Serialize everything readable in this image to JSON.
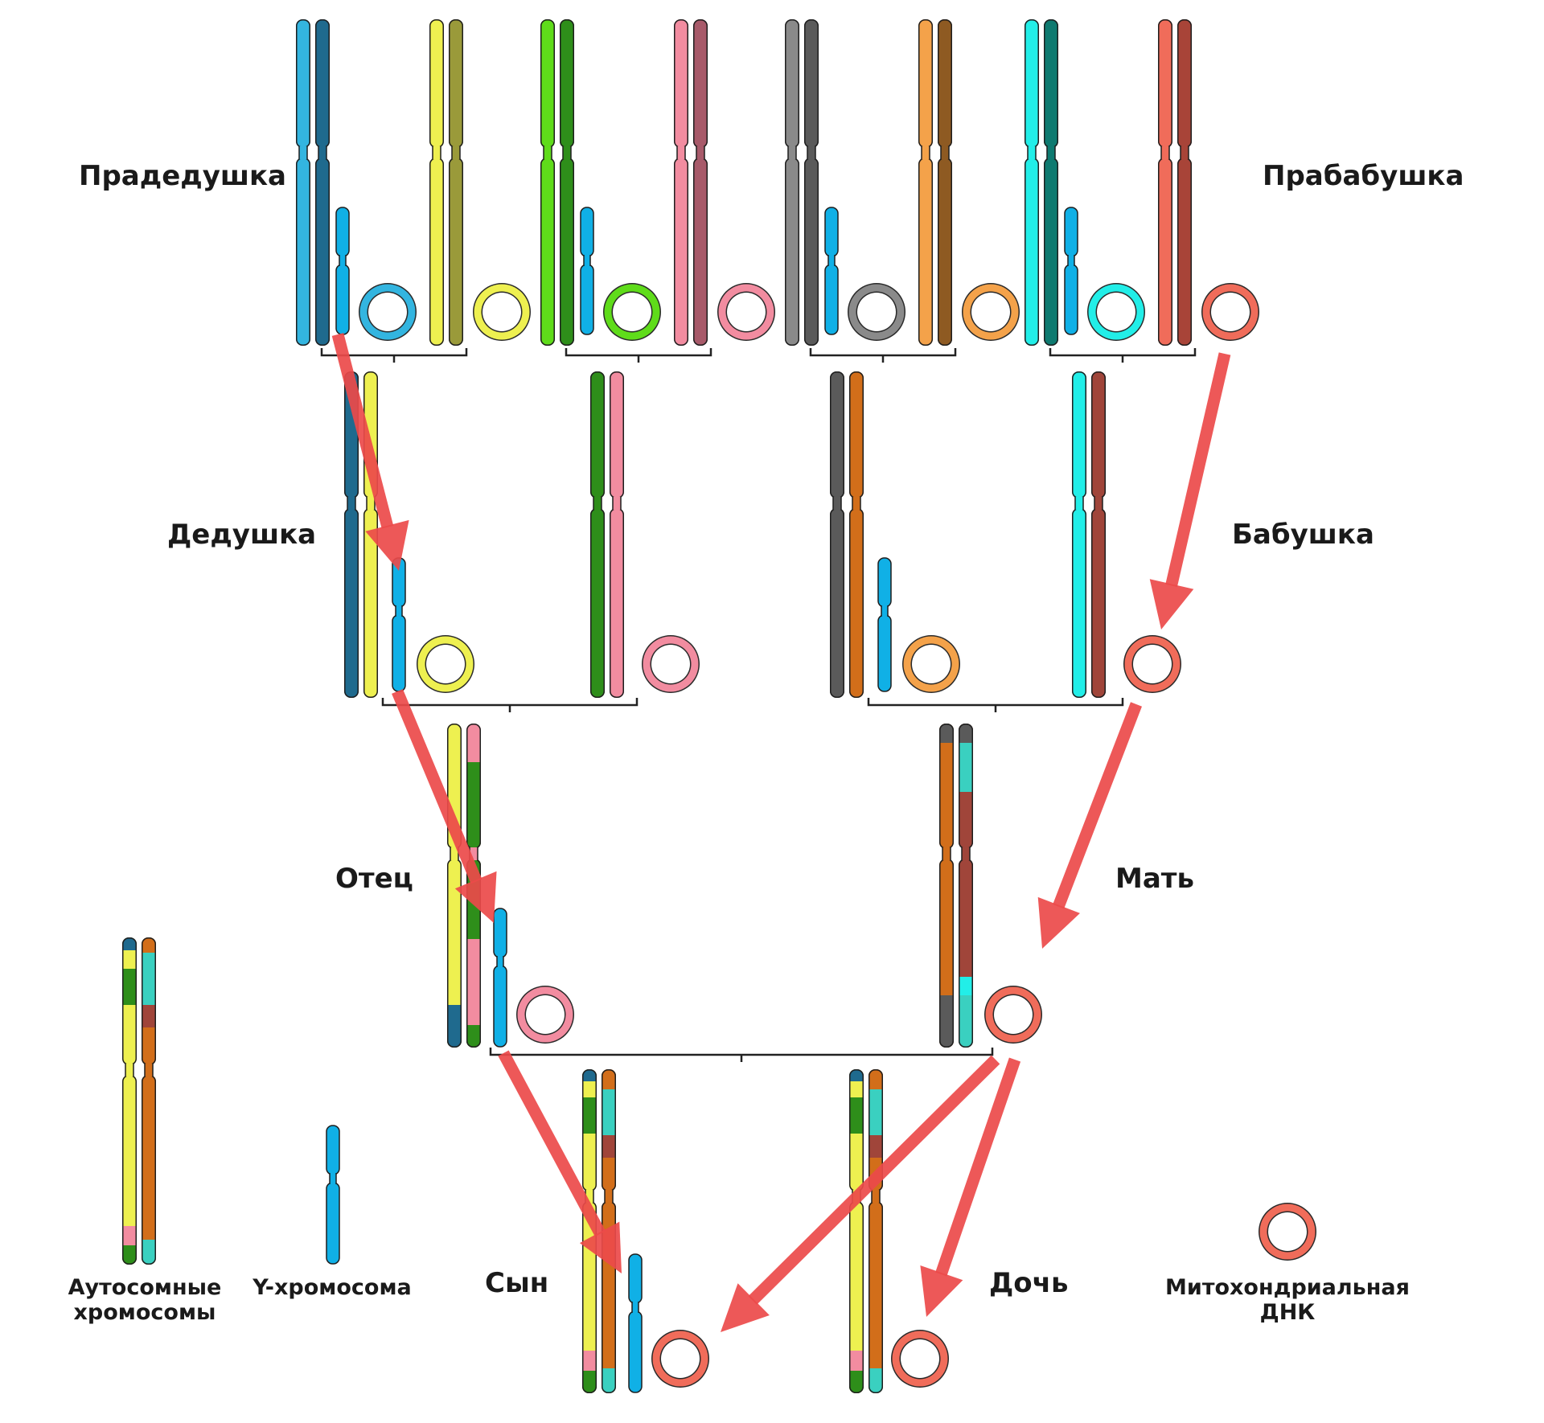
{
  "generations": {
    "great_grandfather": "Прадедушка",
    "great_grandmother": "Прабабушка",
    "grandfather": "Дедушка",
    "grandmother": "Бабушка",
    "father": "Отец",
    "mother": "Мать",
    "son": "Сын",
    "daughter": "Дочь"
  },
  "legend": {
    "autosomes_line1": "Аутосомные",
    "autosomes_line2": "хромосомы",
    "y_chromosome": "Y-хромосома",
    "mtdna_line1": "Митохондриальная",
    "mtdna_line2": "ДНК"
  },
  "colors": {
    "arrow": "#ec4a4a",
    "bracket": "#222222",
    "outline": "#1e1e1e",
    "sky": "#33b5e0",
    "navy": "#1f6a8e",
    "y_blue": "#10b0e6",
    "yellow": "#eef050",
    "olive": "#9a9a3a",
    "lime": "#5fdc1a",
    "green": "#2e8e1a",
    "pink": "#f28ca0",
    "mauve": "#a85a6a",
    "grey": "#8a8a8a",
    "dgrey": "#5a5a5a",
    "orange": "#f4a24a",
    "brown": "#8e5a22",
    "cyan": "#22eee8",
    "teal": "#0e7a70",
    "salmon": "#f06c5a",
    "maroon": "#a84438",
    "rust": "#d26e1a",
    "dbrown": "#a0453a",
    "tq": "#3ad0c0"
  }
}
